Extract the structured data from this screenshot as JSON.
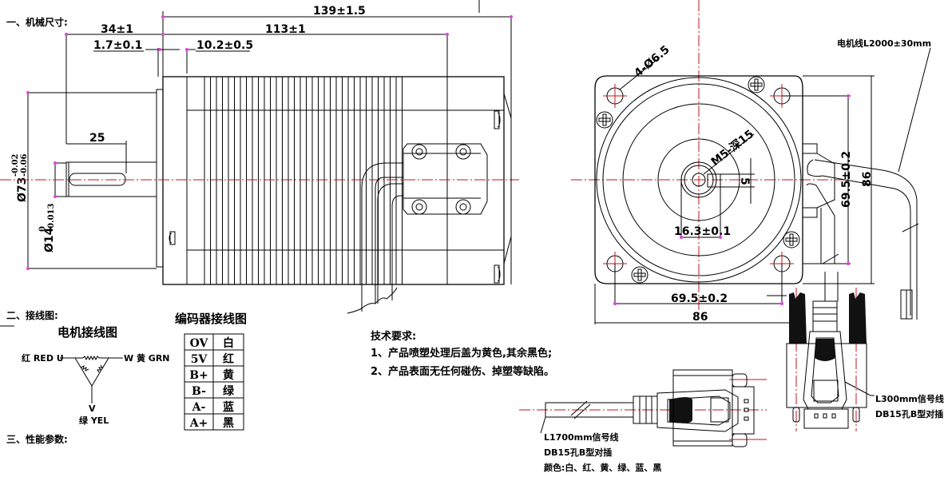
{
  "sections": {
    "mechanical": "一、机械尺寸:",
    "wiring": "二、接线图:",
    "performance": "三、性能参数:"
  },
  "side_view_dims": {
    "overall_length": "139±1.5",
    "body_length": "113±1",
    "shaft_length": "34±1",
    "flange_gap": "1.7±0.1",
    "boss_depth": "10.2±0.5",
    "key_length": "25",
    "pilot_diameter": "Ø73",
    "pilot_tol_upper": "-0.02",
    "pilot_tol_lower": "-0.06",
    "shaft_diameter": "Ø14",
    "shaft_tol_upper": "0",
    "shaft_tol_lower": "-0.013"
  },
  "front_view_dims": {
    "mount_holes": "4-Ø6.5",
    "tapped_hole": "M5-深15",
    "key_width": "5",
    "key_offset": "16.3±0.1",
    "hole_spacing_h": "69.5±0.2",
    "flange_width": "86",
    "hole_spacing_v": "69.5±0.2",
    "flange_height": "86",
    "motor_cable": "电机线L2000±30mm"
  },
  "motor_wiring": {
    "title": "电机接线图",
    "u_label": "红 RED U",
    "w_label": "W 黄 GRN",
    "v_label": "V",
    "v_color": "绿 YEL"
  },
  "encoder_wiring": {
    "title": "编码器接线图",
    "rows": [
      {
        "signal": "OV",
        "color": "白"
      },
      {
        "signal": "5V",
        "color": "红"
      },
      {
        "signal": "B+",
        "color": "黄"
      },
      {
        "signal": "B-",
        "color": "绿"
      },
      {
        "signal": "A-",
        "color": "蓝"
      },
      {
        "signal": "A+",
        "color": "黑"
      }
    ]
  },
  "tech_requirements": {
    "title": "技术要求:",
    "items": [
      "1、产品喷塑处理后盖为黄色,其余黑色;",
      "2、产品表面无任何碰伤、掉塑等缺陷。"
    ]
  },
  "signal_cable_1700": {
    "length": "L1700mm信号线",
    "connector": "DB15孔B型对插",
    "colors": "颜色:白、红、黄、绿、蓝、黑"
  },
  "signal_cable_300": {
    "length": "L300mm信号线",
    "connector": "DB15孔B型对插"
  },
  "colors": {
    "line": "#000000",
    "centerline": "#c0161b",
    "marker": "#e040e0"
  }
}
